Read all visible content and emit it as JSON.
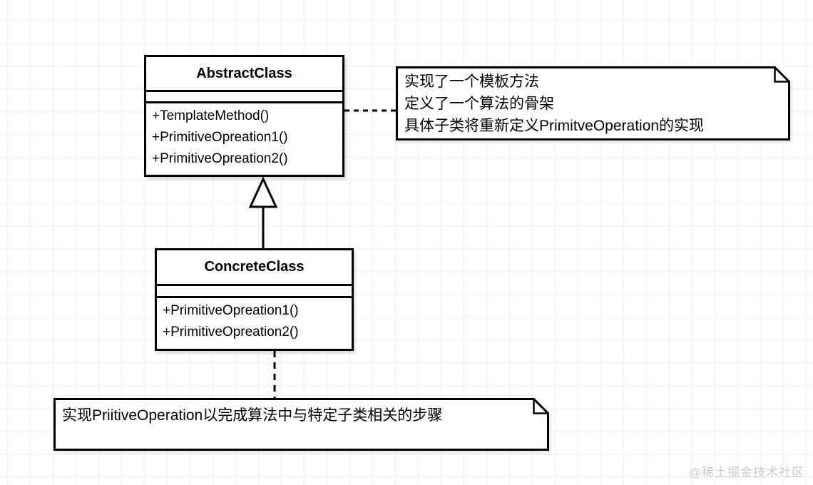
{
  "diagram_type": "uml-class-diagram",
  "pattern": "Template Method",
  "classes": [
    {
      "name": "AbstractClass",
      "attributes": [],
      "methods": [
        "+TemplateMethod()",
        "+PrimitiveOpreation1()",
        "+PrimitiveOpreation2()"
      ]
    },
    {
      "name": "ConcreteClass",
      "attributes": [],
      "methods": [
        "+PrimitiveOpreation1()",
        "+PrimitiveOpreation2()"
      ]
    }
  ],
  "notes": [
    {
      "attached_to": "AbstractClass",
      "lines": [
        "实现了一个模板方法",
        "定义了一个算法的骨架",
        "具体子类将重新定义PrimitveOperation的实现"
      ]
    },
    {
      "attached_to": "ConcreteClass",
      "lines": [
        "实现PriitiveOperation以完成算法中与特定子类相关的步骤"
      ]
    }
  ],
  "relationships": [
    {
      "type": "generalization",
      "from": "ConcreteClass",
      "to": "AbstractClass",
      "style": "solid-line-hollow-triangle"
    },
    {
      "type": "note-anchor",
      "from": "AbstractClass",
      "to": "note-1",
      "style": "dashed"
    },
    {
      "type": "note-anchor",
      "from": "ConcreteClass",
      "to": "note-2",
      "style": "dashed"
    }
  ],
  "watermark": {
    "text": "@稀土掘金技术社区",
    "color": "#cbcbcb"
  },
  "colors": {
    "line": "#000000",
    "box_fill": "#ffffff",
    "background": "#ffffff",
    "grid": "#eef0f2"
  }
}
